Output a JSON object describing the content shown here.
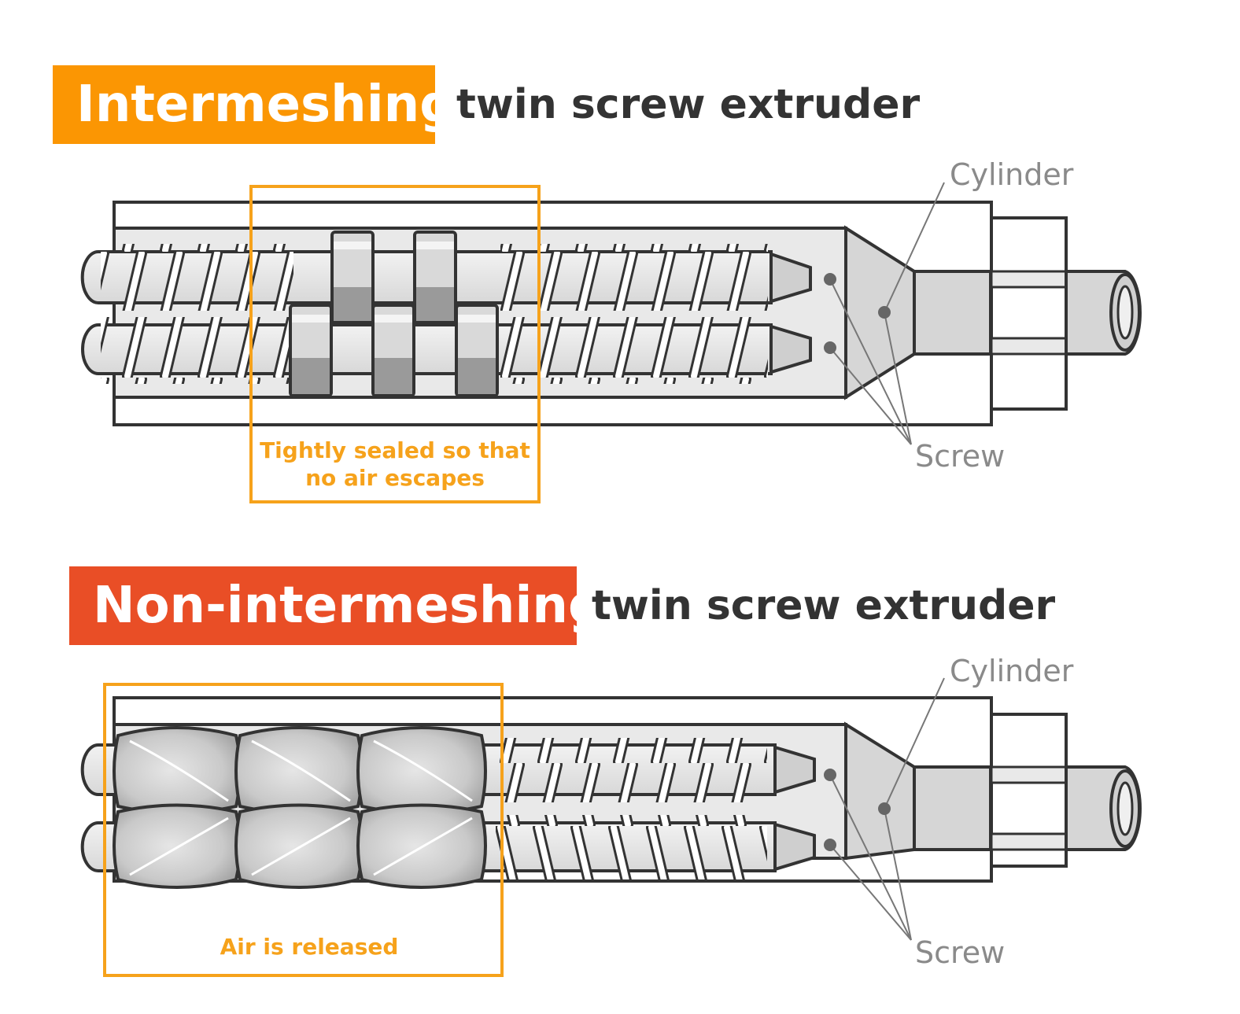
{
  "colors": {
    "badge_intermeshing": "#fb9603",
    "badge_non_intermeshing": "#e94e26",
    "highlight_box": "#f6a21b",
    "outline": "#333333",
    "metal_light": "#e9e9e9",
    "metal_mid": "#cfcfcf",
    "metal_dark": "#9a9a9a"
  },
  "sections": [
    {
      "badge": "Intermeshing",
      "title_rest": "twin screw extruder",
      "label_cylinder": "Cylinder",
      "label_screw": "Screw",
      "highlight_note_line1": "Tightly sealed so that",
      "highlight_note_line2": "no air escapes"
    },
    {
      "badge": "Non-intermeshing",
      "title_rest": "twin screw extruder",
      "label_cylinder": "Cylinder",
      "label_screw": "Screw",
      "highlight_note_line1": "Air is released",
      "highlight_note_line2": ""
    }
  ]
}
